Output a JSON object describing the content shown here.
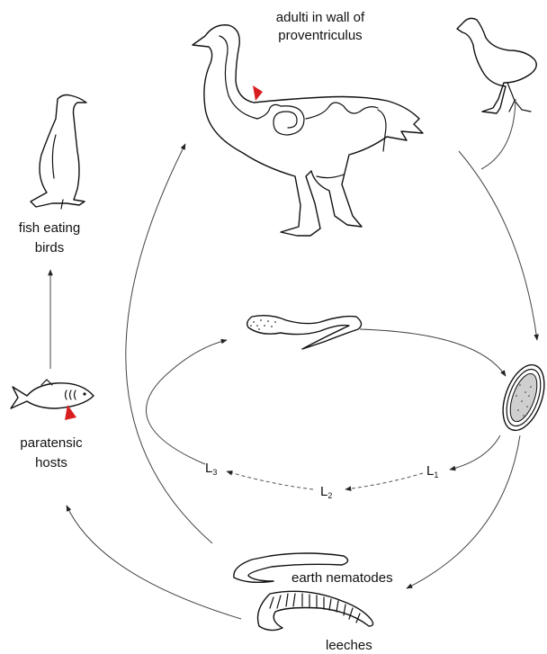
{
  "labels": {
    "adults_line1": "adulti in wall of",
    "adults_line2": "proventriculus",
    "fish_birds_line1": "fish eating",
    "fish_birds_line2": "birds",
    "paratenic_line1": "paratensic",
    "paratenic_line2": "hosts",
    "earth_nematodes": "earth nematodes",
    "leeches": "leeches",
    "l1_main": "L",
    "l1_sub": "1",
    "l2_main": "L",
    "l2_sub": "2",
    "l3_main": "L",
    "l3_sub": "3"
  },
  "colors": {
    "marker": "#d81e1e",
    "line": "#444444",
    "ink": "#111111"
  },
  "icons": [
    "swan-host-icon",
    "moorhen-icon",
    "cormorant-icon",
    "fish-icon",
    "larva-icon",
    "egg-icon",
    "earthworm-icon",
    "leech-icon"
  ]
}
